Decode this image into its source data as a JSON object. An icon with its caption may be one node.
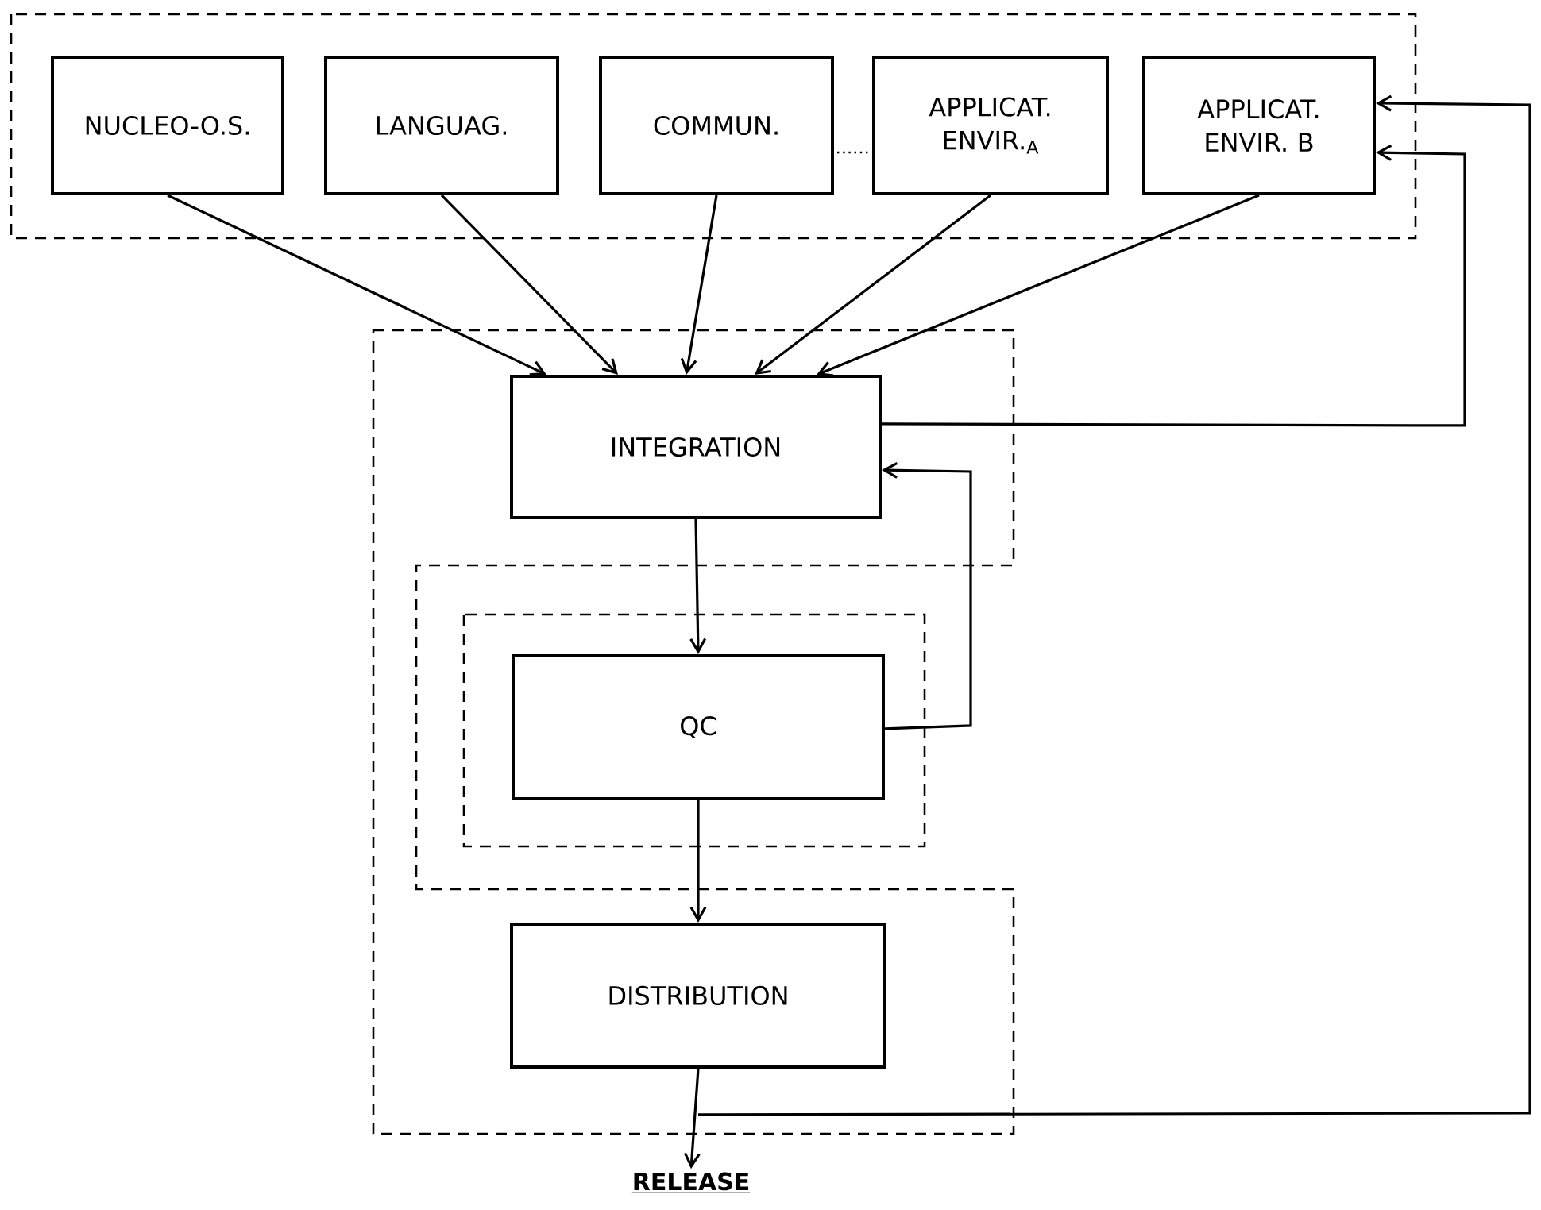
{
  "diagram": {
    "nodes": [
      {
        "text": [
          "NUCLEO-O.S."
        ]
      },
      {
        "text": [
          "LANGUAG."
        ]
      },
      {
        "text": [
          "COMMUN."
        ]
      },
      {
        "text": [
          "APPLICAT. ENVIR.$_{A}$"
        ]
      },
      {
        "text": [
          "APPLICAT. ENVIR. B"
        ]
      },
      {
        "text": [
          "INTEGRATION"
        ]
      },
      {
        "text": [
          "QC"
        ]
      },
      {
        "text": [
          "DISTRIBUTION"
        ]
      },
      {
        "text": [
          "RELEASE"
        ]
      }
    ],
    "edges": [
      {
        "from": 0,
        "to": 5,
        "arrow": "to"
      },
      {
        "from": 1,
        "to": 5,
        "arrow": "to"
      },
      {
        "from": 2,
        "to": 5,
        "arrow": "to"
      },
      {
        "from": 3,
        "to": 5,
        "arrow": "to"
      },
      {
        "from": 4,
        "to": 5,
        "arrow": "to"
      },
      {
        "from": 5,
        "to": 4,
        "arrow": "to"
      },
      {
        "from": 7,
        "to": 4,
        "arrow": "to"
      },
      {
        "from": 5,
        "to": 6,
        "arrow": "to"
      },
      {
        "from": 6,
        "to": 5,
        "arrow": "to"
      },
      {
        "from": 6,
        "to": 7,
        "arrow": "to"
      },
      {
        "from": 7,
        "to": 8,
        "arrow": "to"
      }
    ]
  }
}
